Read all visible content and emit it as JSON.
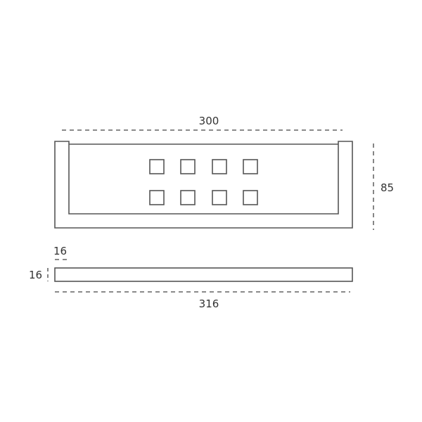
{
  "drawing": {
    "stroke_color": "#555555",
    "dim_color": "#444444",
    "label_color": "#333333"
  },
  "dimensions": {
    "top_width": "300",
    "height": "85",
    "depth_top": "16",
    "depth_side": "16",
    "overall_width": "316"
  },
  "front_view": {
    "holes_rows": 2,
    "holes_cols": 4
  }
}
